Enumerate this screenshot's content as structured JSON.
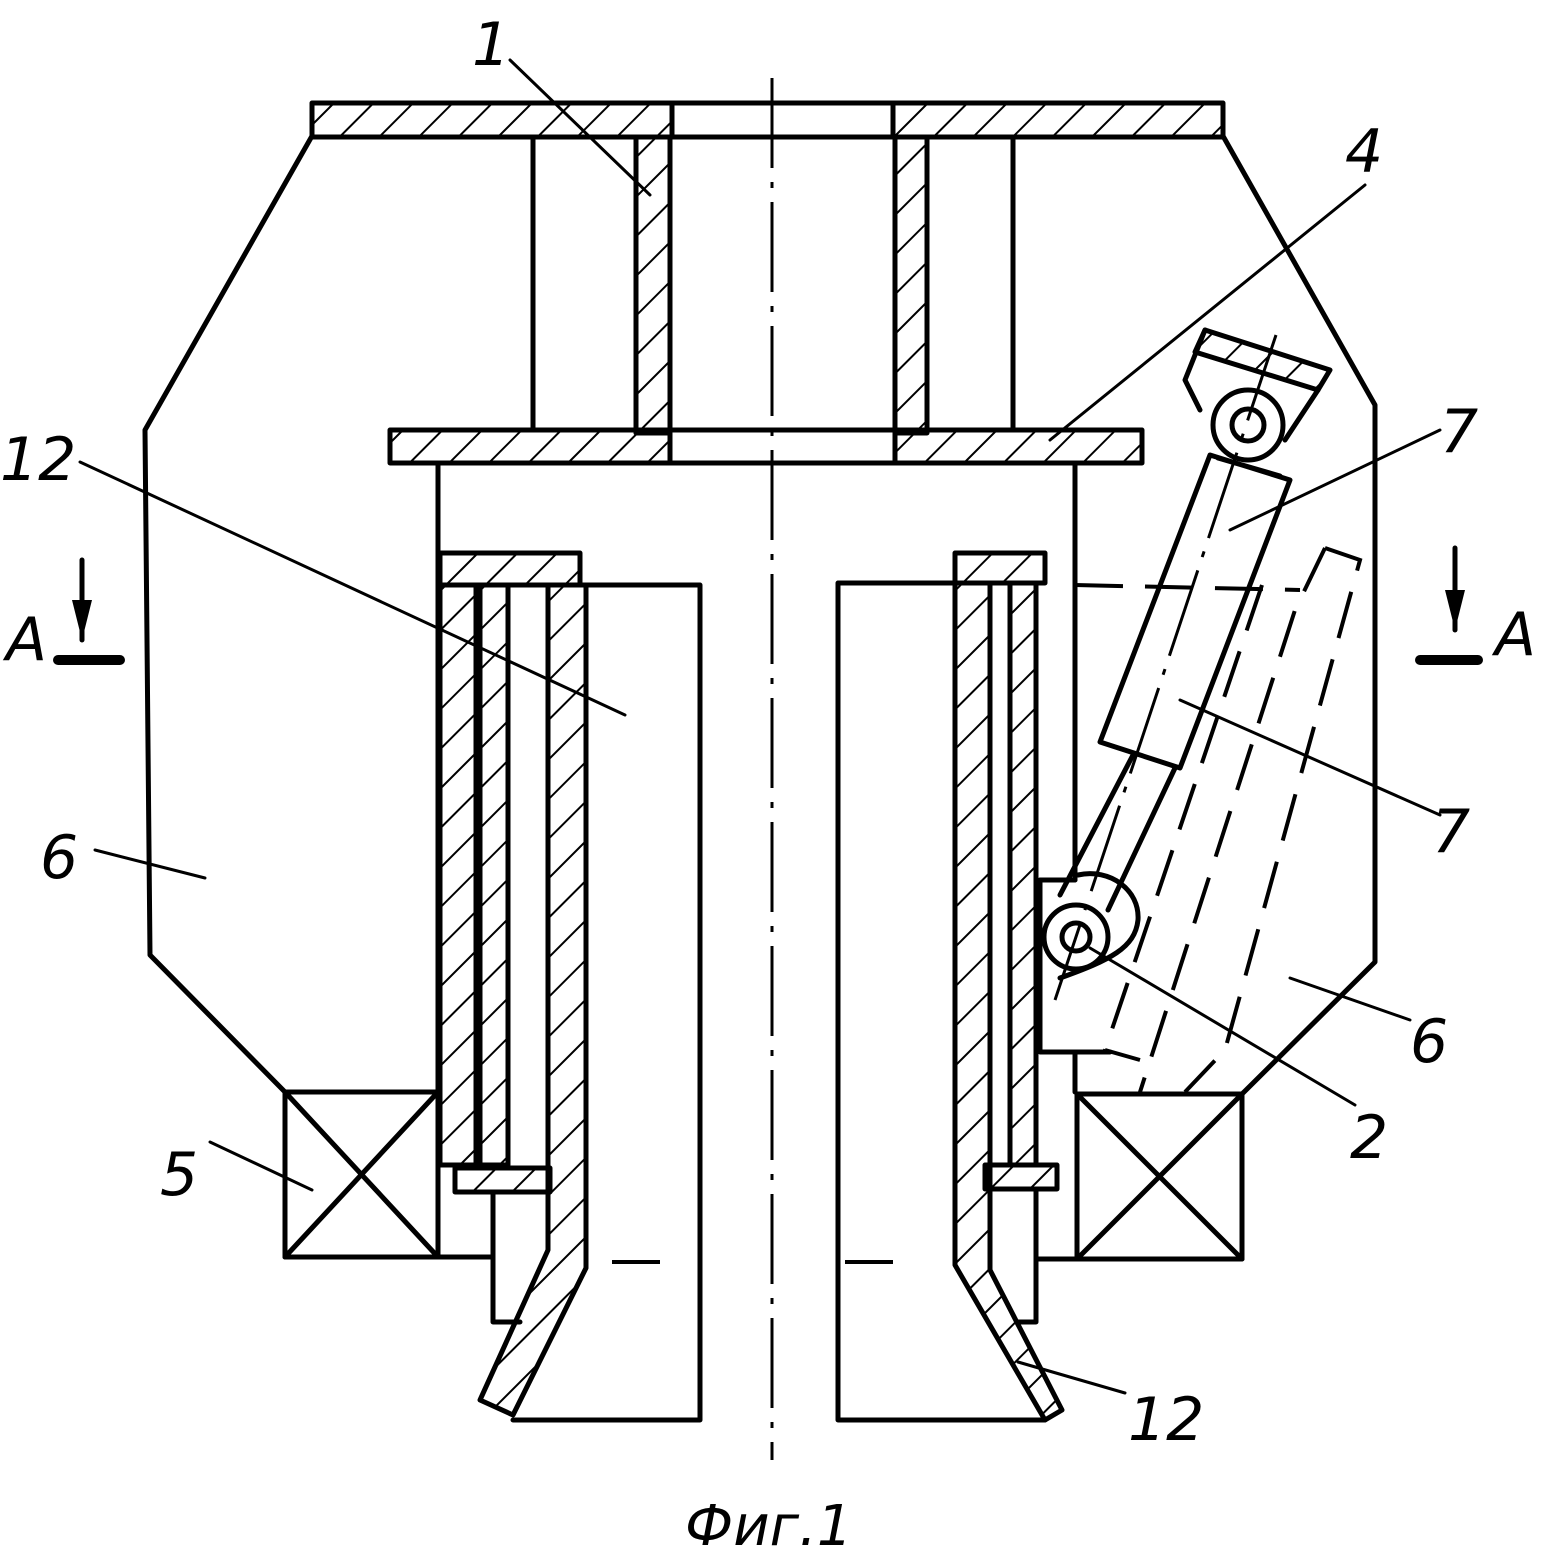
{
  "callouts": {
    "c1": "1",
    "c4": "4",
    "c7a": "7",
    "c7b": "7",
    "c12a": "12",
    "c12b": "12",
    "c6a": "6",
    "c6b": "6",
    "c5": "5",
    "c2": "2"
  },
  "section": {
    "left": "A",
    "right": "A"
  },
  "caption": "Фиг.1"
}
